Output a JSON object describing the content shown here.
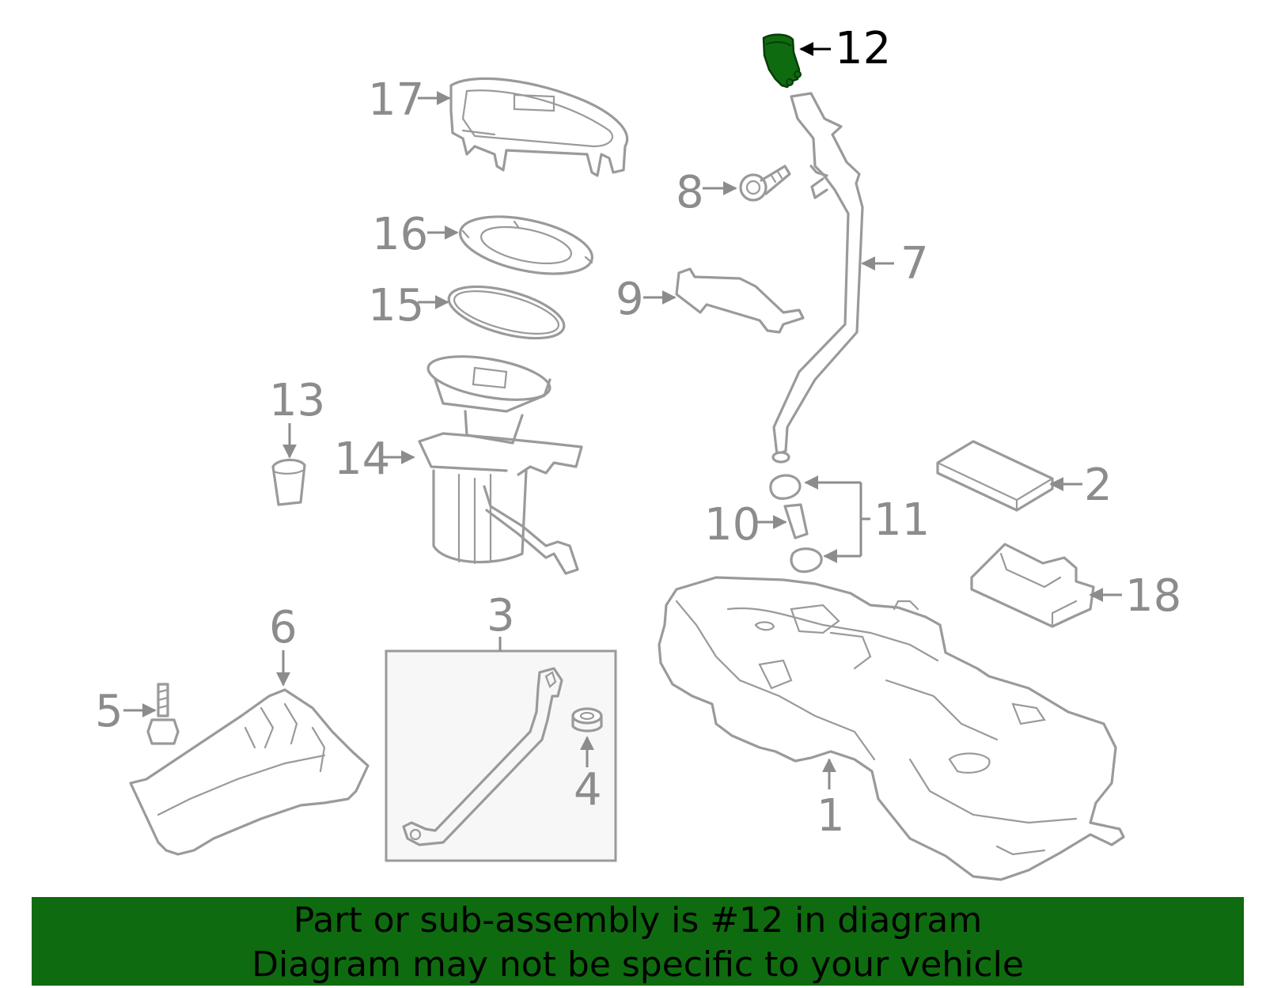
{
  "diagram": {
    "highlighted_part": "12",
    "highlight_color": "#0f6b0f",
    "callouts": {
      "c1": "1",
      "c2": "2",
      "c3": "3",
      "c4": "4",
      "c5": "5",
      "c6": "6",
      "c7": "7",
      "c8": "8",
      "c9": "9",
      "c10": "10",
      "c11": "11",
      "c12": "12",
      "c13": "13",
      "c14": "14",
      "c15": "15",
      "c16": "16",
      "c17": "17",
      "c18": "18"
    }
  },
  "banner": {
    "line1": "Part or sub-assembly is #12 in diagram",
    "line2": "Diagram may not be specific to your vehicle",
    "background": "#0f6b0f"
  }
}
